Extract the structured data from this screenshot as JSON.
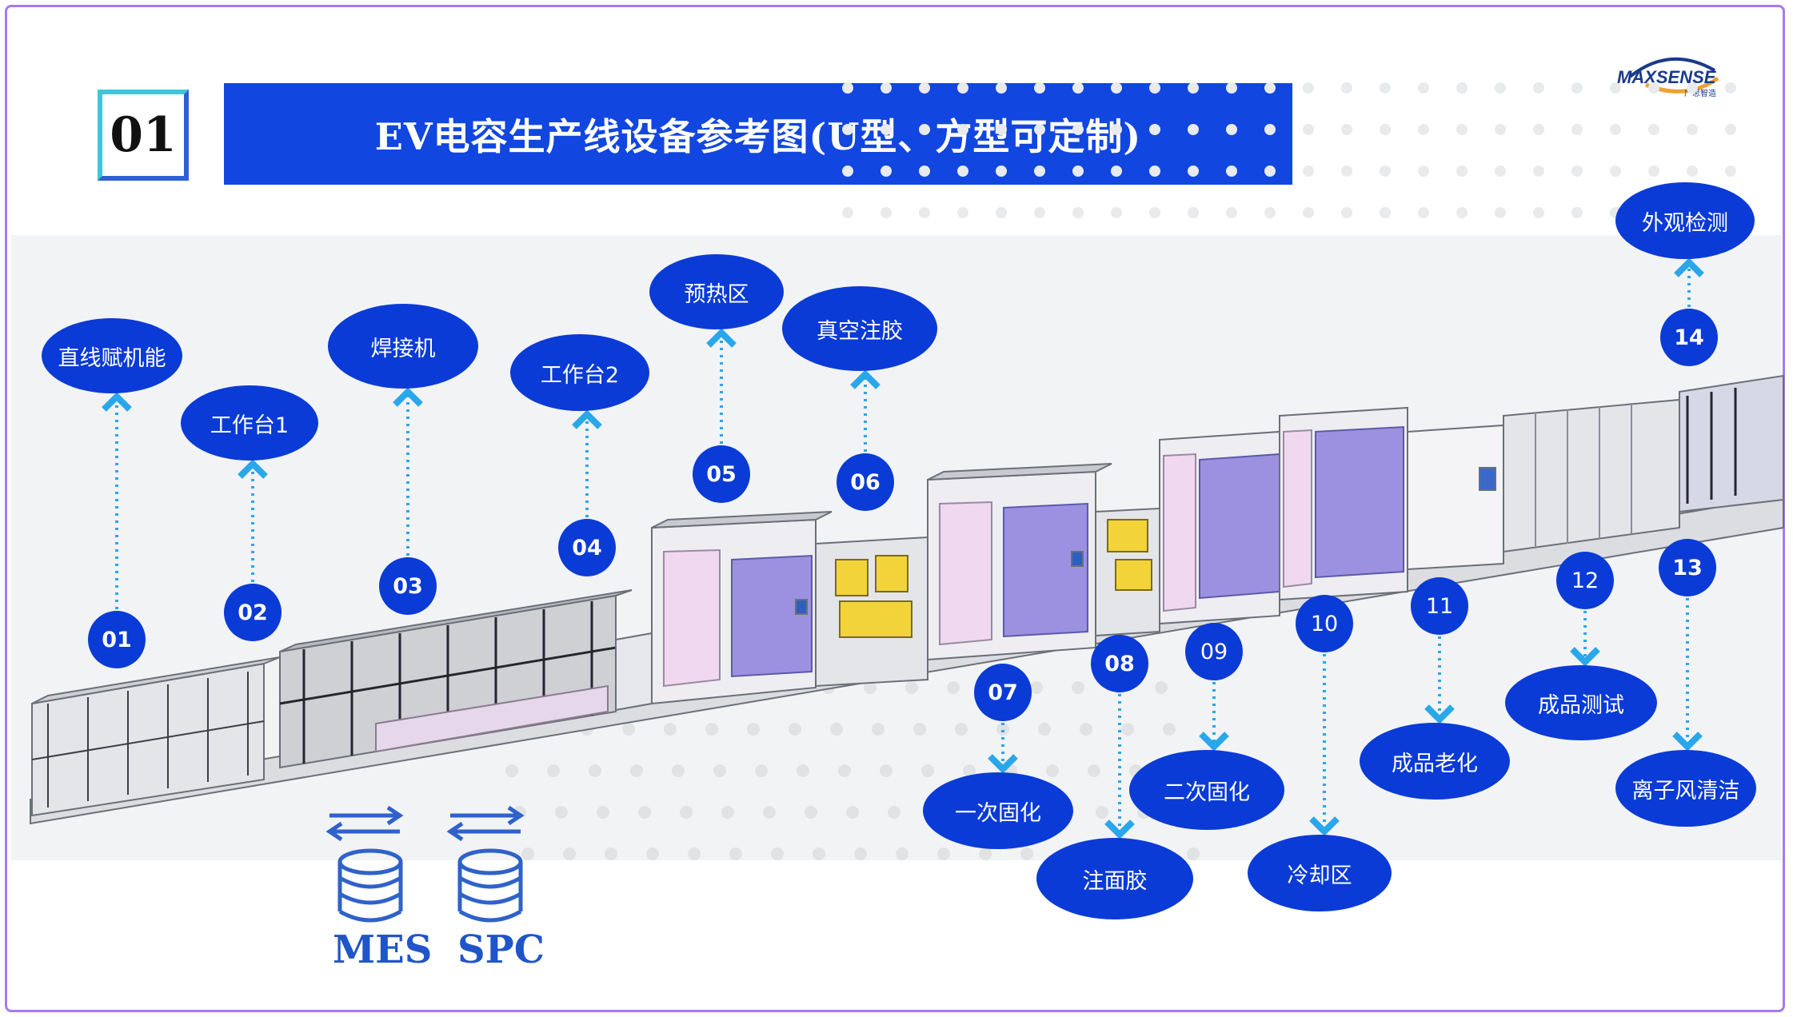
{
  "header": {
    "section_number": "01",
    "title": "EV电容生产线设备参考图(U型、方型可定制)"
  },
  "logo": {
    "text": "MAXSENSE",
    "subtext": "广思智造",
    "accent": "#f0a030"
  },
  "colors": {
    "primary": "#1146e0",
    "bubble": "#0a3bd6",
    "connector": "#2aa7ea",
    "frame": "#a77be8"
  },
  "stations": [
    {
      "num": "01",
      "label": "直线赋机能"
    },
    {
      "num": "02",
      "label": "工作台1"
    },
    {
      "num": "03",
      "label": "焊接机"
    },
    {
      "num": "04",
      "label": "工作台2"
    },
    {
      "num": "05",
      "label": "预热区"
    },
    {
      "num": "06",
      "label": "真空注胶"
    },
    {
      "num": "07",
      "label": "一次固化"
    },
    {
      "num": "08",
      "label": "注面胶"
    },
    {
      "num": "09",
      "label": "二次固化"
    },
    {
      "num": "10",
      "label": "冷却区"
    },
    {
      "num": "11",
      "label": "成品老化"
    },
    {
      "num": "12",
      "label": "成品测试"
    },
    {
      "num": "13",
      "label": "离子风清洁"
    },
    {
      "num": "14",
      "label": "外观检测"
    }
  ],
  "systems": [
    {
      "label": "MES",
      "icon": "database-sync-icon"
    },
    {
      "label": "SPC",
      "icon": "database-sync-icon"
    }
  ]
}
